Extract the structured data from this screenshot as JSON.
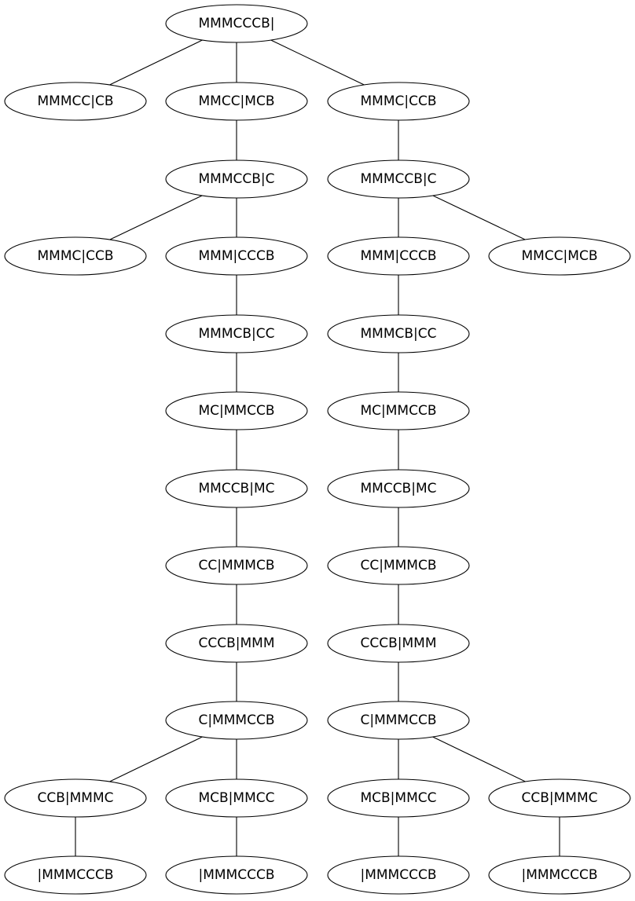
{
  "nodes": [
    {
      "id": "n0",
      "label": "MMMCCCB|"
    },
    {
      "id": "n1",
      "label": "MMMCC|CB"
    },
    {
      "id": "n2",
      "label": "MMCC|MCB"
    },
    {
      "id": "n3",
      "label": "MMMC|CCB"
    },
    {
      "id": "n4",
      "label": "MMMCCB|C"
    },
    {
      "id": "n5",
      "label": "MMMCCB|C"
    },
    {
      "id": "n6",
      "label": "MMMC|CCB"
    },
    {
      "id": "n7",
      "label": "MMM|CCCB"
    },
    {
      "id": "n8",
      "label": "MMM|CCCB"
    },
    {
      "id": "n9",
      "label": "MMCC|MCB"
    },
    {
      "id": "n10",
      "label": "MMMCB|CC"
    },
    {
      "id": "n11",
      "label": "MMMCB|CC"
    },
    {
      "id": "n12",
      "label": "MC|MMCCB"
    },
    {
      "id": "n13",
      "label": "MC|MMCCB"
    },
    {
      "id": "n14",
      "label": "MMCCB|MC"
    },
    {
      "id": "n15",
      "label": "MMCCB|MC"
    },
    {
      "id": "n16",
      "label": "CC|MMMCB"
    },
    {
      "id": "n17",
      "label": "CC|MMMCB"
    },
    {
      "id": "n18",
      "label": "CCCB|MMM"
    },
    {
      "id": "n19",
      "label": "CCCB|MMM"
    },
    {
      "id": "n20",
      "label": "C|MMMCCB"
    },
    {
      "id": "n21",
      "label": "C|MMMCCB"
    },
    {
      "id": "n22",
      "label": "CCB|MMMC"
    },
    {
      "id": "n23",
      "label": "MCB|MMCC"
    },
    {
      "id": "n24",
      "label": "MCB|MMCC"
    },
    {
      "id": "n25",
      "label": "CCB|MMMC"
    },
    {
      "id": "n26",
      "label": "|MMMCCCB"
    },
    {
      "id": "n27",
      "label": "|MMMCCCB"
    },
    {
      "id": "n28",
      "label": "|MMMCCCB"
    },
    {
      "id": "n29",
      "label": "|MMMCCCB"
    }
  ],
  "edges": [
    [
      "n0",
      "n1"
    ],
    [
      "n0",
      "n2"
    ],
    [
      "n0",
      "n3"
    ],
    [
      "n2",
      "n4"
    ],
    [
      "n3",
      "n5"
    ],
    [
      "n4",
      "n6"
    ],
    [
      "n4",
      "n7"
    ],
    [
      "n5",
      "n8"
    ],
    [
      "n5",
      "n9"
    ],
    [
      "n7",
      "n10"
    ],
    [
      "n8",
      "n11"
    ],
    [
      "n10",
      "n12"
    ],
    [
      "n11",
      "n13"
    ],
    [
      "n12",
      "n14"
    ],
    [
      "n13",
      "n15"
    ],
    [
      "n14",
      "n16"
    ],
    [
      "n15",
      "n17"
    ],
    [
      "n16",
      "n18"
    ],
    [
      "n17",
      "n19"
    ],
    [
      "n18",
      "n20"
    ],
    [
      "n19",
      "n21"
    ],
    [
      "n20",
      "n22"
    ],
    [
      "n20",
      "n23"
    ],
    [
      "n21",
      "n24"
    ],
    [
      "n21",
      "n25"
    ],
    [
      "n22",
      "n26"
    ],
    [
      "n23",
      "n27"
    ],
    [
      "n24",
      "n28"
    ],
    [
      "n25",
      "n29"
    ]
  ]
}
